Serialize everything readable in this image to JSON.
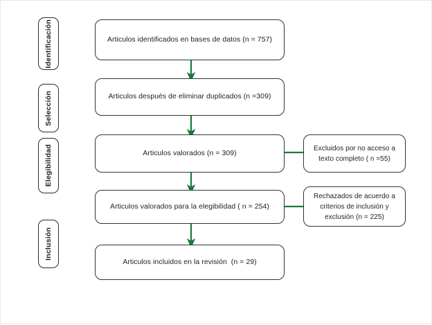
{
  "diagram": {
    "type": "prisma-flow-diagram",
    "language": "es",
    "accent_color": "#1a7a3c",
    "box_border_color": "#333333",
    "background_color": "#ffffff"
  },
  "stages": [
    {
      "id": "identificacion",
      "label": "Identificación"
    },
    {
      "id": "seleccion",
      "label": "Selección"
    },
    {
      "id": "elegibilidad",
      "label": "Elegibilidad"
    },
    {
      "id": "inclusion",
      "label": "Inclusión"
    }
  ],
  "flow_nodes": [
    {
      "id": "identificados",
      "label": "Articulos identificados en bases de datos (n = 757)",
      "n": 757
    },
    {
      "id": "duplicados",
      "label": "Articulos después de eliminar duplicados (n =309)",
      "n": 309
    },
    {
      "id": "valorados",
      "label": "Articulos valorados (n = 309)",
      "n": 309
    },
    {
      "id": "elegibilidad",
      "label": "Articulos valorados para la elegibilidad ( n = 254)",
      "n": 254
    },
    {
      "id": "incluidos",
      "label": "Articulos incluidos en la revisión  (n = 29)",
      "n": 29
    }
  ],
  "exclusion_nodes": [
    {
      "id": "excluidos-acceso",
      "label": "Excluidos por no acceso a texto completo ( n =55)",
      "n": 55
    },
    {
      "id": "rechazados-criterios",
      "label": "Rechazados de acuerdo a criterios de inclusión y exclusión (n = 225)",
      "n": 225
    }
  ],
  "connectors": [
    {
      "id": "identificados-to-duplicados",
      "kind": "arrow-down"
    },
    {
      "id": "duplicados-to-valorados",
      "kind": "arrow-down"
    },
    {
      "id": "valorados-to-elegibilidad",
      "kind": "arrow-down"
    },
    {
      "id": "elegibilidad-to-incluidos",
      "kind": "arrow-down"
    },
    {
      "id": "valorados-to-excluidos-acceso",
      "kind": "line-right"
    },
    {
      "id": "elegibilidad-to-rechazados-criterios",
      "kind": "line-right"
    }
  ]
}
